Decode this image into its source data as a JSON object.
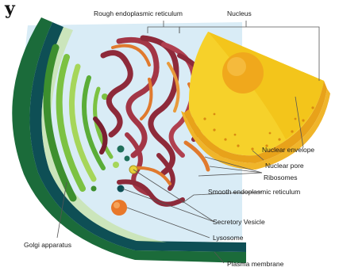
{
  "title_fragment": "y",
  "labels": {
    "rough_er": "Rough endoplasmic reticulum",
    "nucleus": "Nucleus",
    "nuclear_envelope": "Nuclear envelope",
    "nuclear_pore": "Nuclear pore",
    "ribosomes": "Ribosomes",
    "smooth_er": "Smooth endoplasmic reticulum",
    "secretory_vesicle": "Secretory Vesicle",
    "lysosome": "Lysosome",
    "golgi": "Golgi apparatus",
    "plasma_membrane": "Plasma membrane"
  },
  "colors": {
    "cytoplasm": "#d9ecf6",
    "membrane_outer": "#1b6b3a",
    "membrane_inner": "#0e4f55",
    "golgi": "#7cc242",
    "golgi_dark": "#3d8f2e",
    "nucleus": "#f3c51b",
    "nucleolus": "#f0a81c",
    "rough_er": "#8e2a3a",
    "smooth_er": "#e07a2e",
    "lysosome": "#e8782a",
    "vesicle": "#1f6f5a"
  }
}
